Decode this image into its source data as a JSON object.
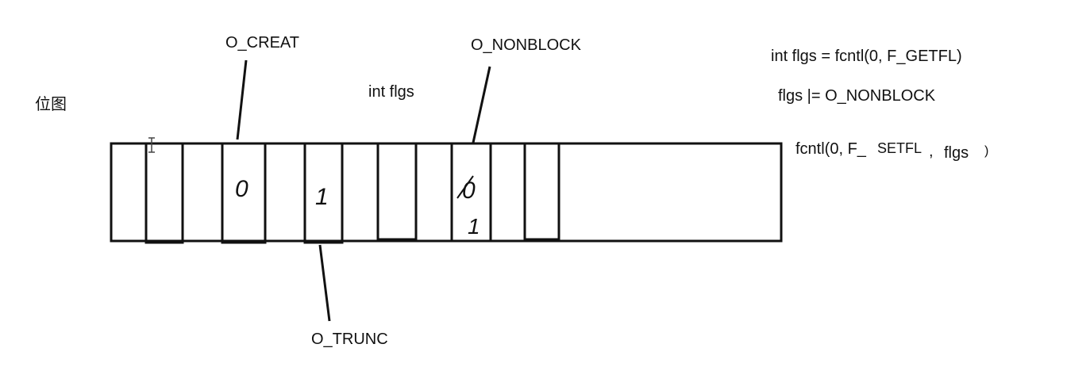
{
  "side_label": "位图",
  "variable_label": "int  flgs",
  "code_lines": [
    "int flgs = fcntl(0, F_GETFL)",
    "flgs |= O_NONBLOCK"
  ],
  "setfl_call": {
    "prefix": "fcntl(0, F_",
    "flag": "SETFL",
    "comma": ",",
    "arg": "flgs",
    "close": ")"
  },
  "flag_labels": {
    "creat": "O_CREAT",
    "nonblock": "O_NONBLOCK",
    "trunc": "O_TRUNC"
  },
  "bit_values": {
    "creat": "0",
    "trunc": "1",
    "nonblock_old": "0",
    "nonblock_new": "1"
  },
  "colors": {
    "stroke": "#111111",
    "background": "#ffffff"
  }
}
